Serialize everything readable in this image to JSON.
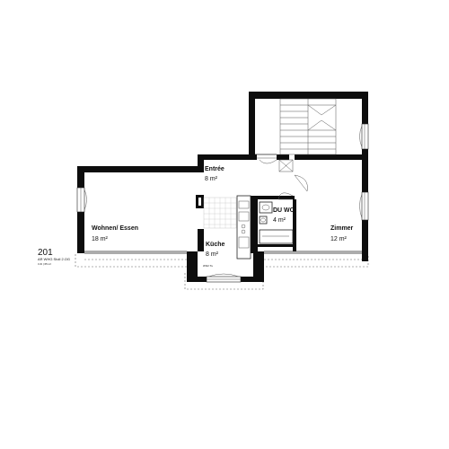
{
  "rooms": {
    "entree": {
      "name": "Entrée",
      "area": "8 m²"
    },
    "wohnen": {
      "name": "Wohnen/ Essen",
      "area": "18 m²"
    },
    "kueche": {
      "name": "Küche",
      "area": "8 m²"
    },
    "duwc": {
      "name": "DU WC",
      "area": "4 m²"
    },
    "zimmer": {
      "name": "Zimmer",
      "area": "12 m²"
    }
  },
  "unit": {
    "number": "201",
    "subtitle": "AR WHG Stoll 2.OG",
    "detail": "3 Zi | 65 m²"
  },
  "kitchen_note": "Whirl Tu"
}
